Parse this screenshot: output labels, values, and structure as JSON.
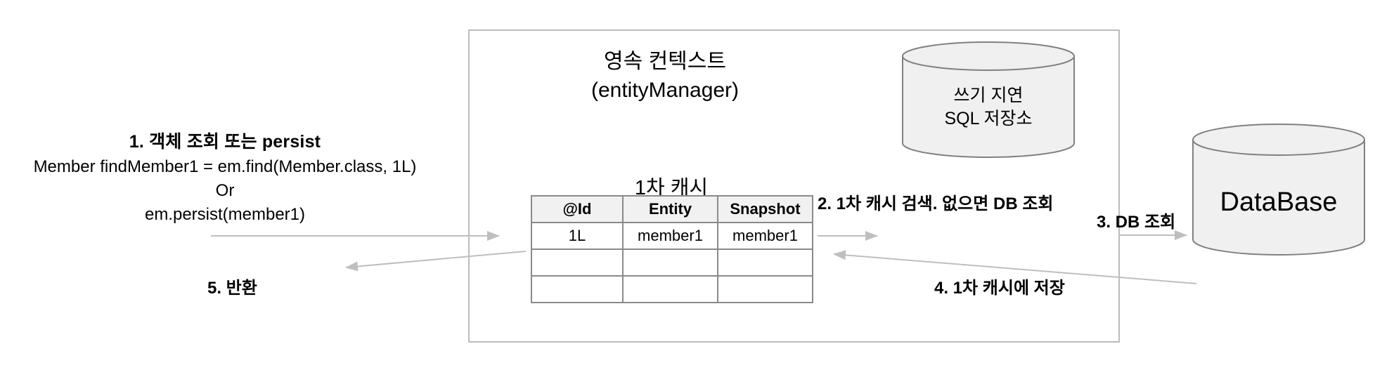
{
  "diagram": {
    "title_alt": "JPA persistence context first-level cache flow",
    "colors": {
      "box_border": "#bcbcbc",
      "table_border": "#8a8a8a",
      "table_header_bg": "#f1f1f1",
      "cylinder_fill": "#f0f0f0",
      "cylinder_stroke": "#808080",
      "arrow": "#bfbfbf",
      "text": "#000000",
      "background": "#ffffff"
    }
  },
  "step1": {
    "title": "1.  객체 조회 또는 persist",
    "code_lines": [
      "Member findMember1 = em.find(Member.class, 1L)",
      "Or",
      "em.persist(member1)"
    ]
  },
  "persistence_context": {
    "title_line1": "영속 컨텍스트",
    "title_line2": "(entityManager)",
    "cache_title": "1차 캐시",
    "table": {
      "headers": [
        "@Id",
        "Entity",
        "Snapshot"
      ],
      "rows": [
        [
          "1L",
          "member1",
          "member1"
        ],
        [
          "",
          "",
          ""
        ],
        [
          "",
          "",
          ""
        ]
      ]
    }
  },
  "write_behind_store": {
    "label_line1": "쓰기 지연",
    "label_line2": "SQL 저장소"
  },
  "database": {
    "label": "DataBase"
  },
  "steps": {
    "step2": "2. 1차 캐시 검색. 없으면 DB 조회",
    "step3": "3. DB 조회",
    "step4": "4. 1차 캐시에 저장",
    "step5": "5. 반환"
  }
}
